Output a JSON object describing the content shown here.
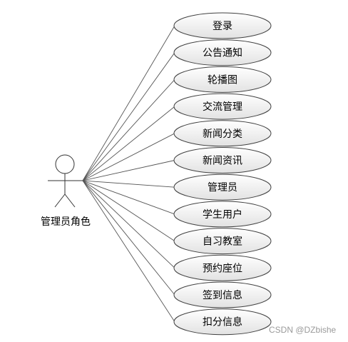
{
  "actor": {
    "label": "管理员角色"
  },
  "use_cases": [
    {
      "label": "登录"
    },
    {
      "label": "公告通知"
    },
    {
      "label": "轮播图"
    },
    {
      "label": "交流管理"
    },
    {
      "label": "新闻分类"
    },
    {
      "label": "新闻资讯"
    },
    {
      "label": "管理员"
    },
    {
      "label": "学生用户"
    },
    {
      "label": "自习教室"
    },
    {
      "label": "预约座位"
    },
    {
      "label": "签到信息"
    },
    {
      "label": "扣分信息"
    }
  ],
  "watermark": "CSDN @DZbishe",
  "colors": {
    "line": "#555555",
    "ellipse_fill_top": "#ffffff",
    "ellipse_fill_bottom": "#e2e2e2",
    "ellipse_stroke": "#404040",
    "watermark": "#9a9a9a"
  }
}
